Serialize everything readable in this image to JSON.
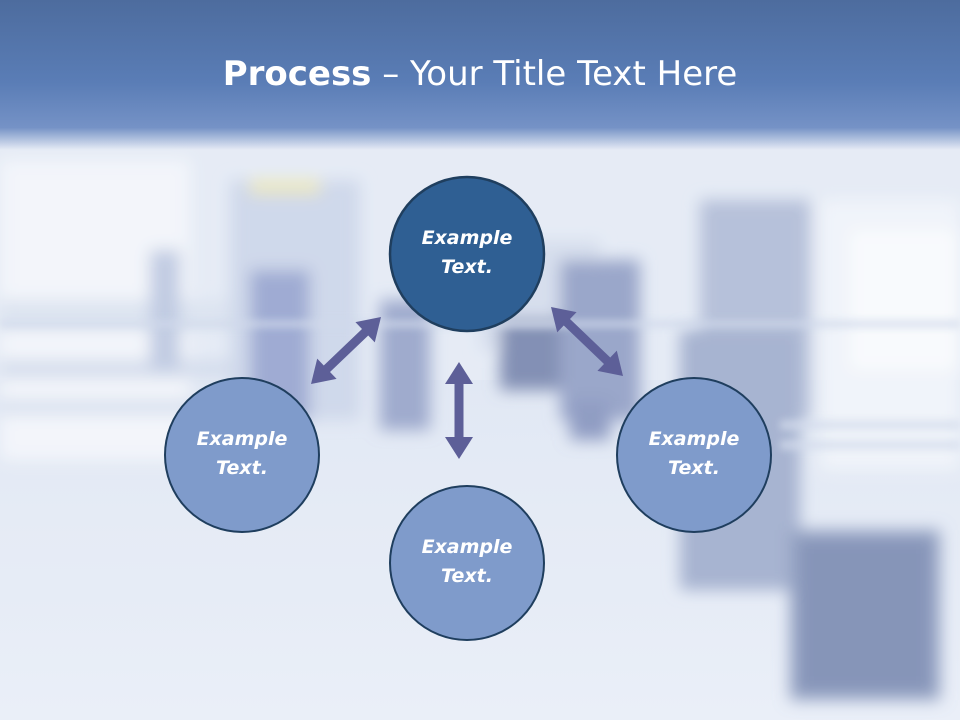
{
  "slide": {
    "title_bold": "Process",
    "title_rest": " – Your Title Text Here"
  },
  "diagram": {
    "nodes": [
      {
        "id": "top",
        "label": "Example\nText.",
        "fill": "#2f5f93"
      },
      {
        "id": "left",
        "label": "Example\nText.",
        "fill": "#7f9bcb"
      },
      {
        "id": "right",
        "label": "Example\nText.",
        "fill": "#7f9bcb"
      },
      {
        "id": "bottom",
        "label": "Example\nText.",
        "fill": "#7f9bcb"
      }
    ],
    "connector_color": "#5d5f98",
    "node_stroke": "#1f3e5e"
  }
}
